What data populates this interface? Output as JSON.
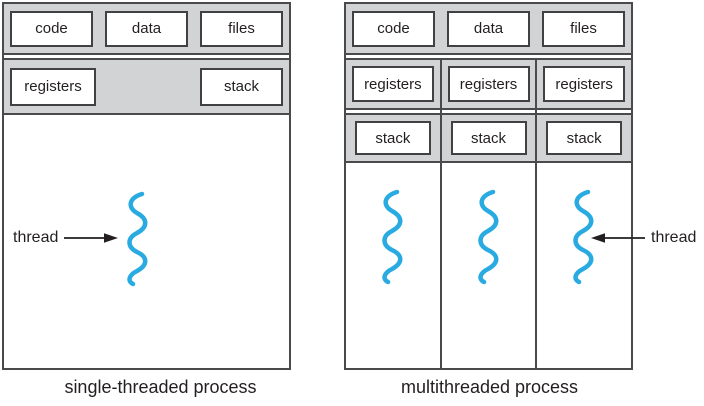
{
  "colors": {
    "band_gray": "#d2d3d5",
    "outline_dark": "#4a4a4c",
    "box_border": "#414042",
    "text_dark": "#231f20",
    "thread_blue": "#29abe2"
  },
  "left_diagram": {
    "caption": "single-threaded process",
    "code_label": "code",
    "data_label": "data",
    "files_label": "files",
    "registers_label": "registers",
    "stack_label": "stack",
    "thread_label": "thread"
  },
  "right_diagram": {
    "caption": "multithreaded process",
    "code_label": "code",
    "data_label": "data",
    "files_label": "files",
    "columns": [
      {
        "registers_label": "registers",
        "stack_label": "stack"
      },
      {
        "registers_label": "registers",
        "stack_label": "stack"
      },
      {
        "registers_label": "registers",
        "stack_label": "stack"
      }
    ],
    "thread_label": "thread"
  }
}
